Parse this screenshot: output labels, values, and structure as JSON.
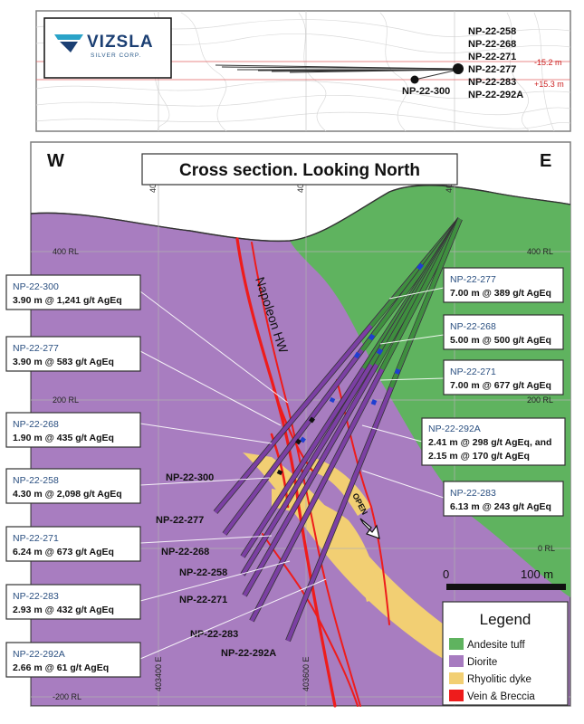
{
  "logo": {
    "name": "VIZSLA",
    "tagline": "SILVER CORP."
  },
  "plan_view": {
    "hole_labels": [
      "NP-22-258",
      "NP-22-268",
      "NP-22-271",
      "NP-22-277",
      "NP-22-283",
      "NP-22-292A"
    ],
    "left_hole": "NP-22-300",
    "offset_top": "-15.2 m",
    "offset_bottom": "+15.3 m"
  },
  "section": {
    "west": "W",
    "east": "E",
    "title": "Cross section. Looking North",
    "grid_top_labels": [
      "40",
      "40",
      "40"
    ],
    "rl_labels": {
      "rl400": "400 RL",
      "rl200": "200 RL",
      "rl0": "0 RL",
      "rlm200": "-200 RL"
    },
    "easting_labels": [
      "403400 E",
      "403600 E"
    ],
    "structure_label": "Napoleon HW",
    "open_label": "OPEN",
    "scale": {
      "zero": "0",
      "length": "100 m"
    }
  },
  "hole_traces": [
    "NP-22-300",
    "NP-22-277",
    "NP-22-268",
    "NP-22-258",
    "NP-22-271",
    "NP-22-283",
    "NP-22-292A"
  ],
  "left_callouts": [
    {
      "hole": "NP-22-300",
      "value": "3.90 m @ 1,241 g/t AgEq"
    },
    {
      "hole": "NP-22-277",
      "value": "3.90 m @ 583 g/t AgEq"
    },
    {
      "hole": "NP-22-268",
      "value": "1.90 m @ 435 g/t AgEq"
    },
    {
      "hole": "NP-22-258",
      "value": "4.30 m @ 2,098 g/t AgEq"
    },
    {
      "hole": "NP-22-271",
      "value": "6.24 m @ 673 g/t AgEq"
    },
    {
      "hole": "NP-22-283",
      "value": "2.93 m @ 432 g/t AgEq"
    },
    {
      "hole": "NP-22-292A",
      "value": "2.66 m @ 61 g/t AgEq"
    }
  ],
  "right_callouts": [
    {
      "hole": "NP-22-277",
      "value": "7.00 m @ 389 g/t AgEq"
    },
    {
      "hole": "NP-22-268",
      "value": "5.00 m @ 500 g/t AgEq"
    },
    {
      "hole": "NP-22-271",
      "value": "7.00 m @ 677 g/t AgEq"
    },
    {
      "hole": "NP-22-292A",
      "value": "2.41 m @ 298 g/t AgEq, and",
      "value2": "2.15 m @ 170 g/t AgEq"
    },
    {
      "hole": "NP-22-283",
      "value": "6.13 m @ 243 g/t AgEq"
    }
  ],
  "legend": {
    "title": "Legend",
    "items": [
      {
        "label": "Andesite tuff",
        "color": "#5fb35f"
      },
      {
        "label": "Diorite",
        "color": "#a77bc0"
      },
      {
        "label": "Rhyolitic dyke",
        "color": "#f2cf73"
      },
      {
        "label": "Vein & Breccia",
        "color": "#ee1c1c"
      }
    ]
  }
}
